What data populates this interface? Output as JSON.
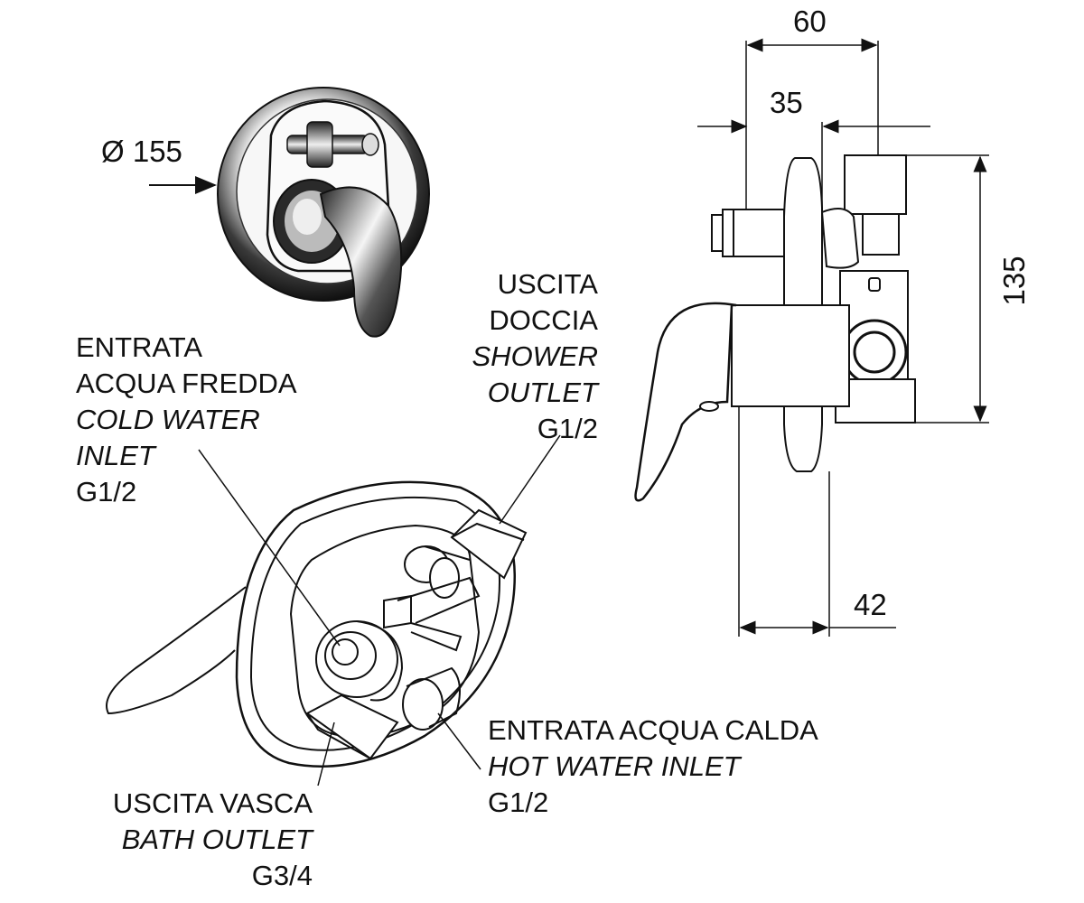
{
  "front_view": {
    "diameter_label": "Ø 155"
  },
  "side_view": {
    "dim_total_depth": "60",
    "dim_body_depth": "35",
    "dim_height": "135",
    "dim_lever_projection": "42"
  },
  "callouts": {
    "cold_inlet": {
      "line1": "ENTRATA",
      "line2": "ACQUA FREDDA",
      "line3": "COLD WATER",
      "line4": "INLET",
      "thread": "G1/2"
    },
    "shower_outlet": {
      "line1": "USCITA",
      "line2": "DOCCIA",
      "line3": "SHOWER",
      "line4": "OUTLET",
      "thread": "G1/2"
    },
    "hot_inlet": {
      "line1": "ENTRATA ACQUA CALDA",
      "line2": "HOT WATER INLET",
      "thread": "G1/2"
    },
    "bath_outlet": {
      "line1": "USCITA VASCA",
      "line2": "BATH OUTLET",
      "thread": "G3/4"
    }
  },
  "colors": {
    "ink": "#111111",
    "chrome_dark": "#2a2a2a",
    "chrome_light": "#f2f2f2",
    "background": "#ffffff"
  }
}
